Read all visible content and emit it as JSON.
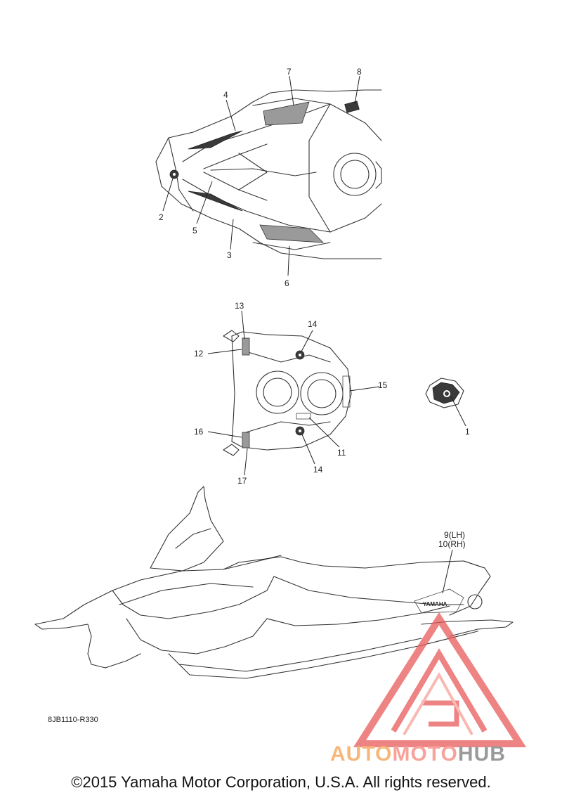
{
  "diagram": {
    "callouts": {
      "c1": "1",
      "c2": "2",
      "c3": "3",
      "c4": "4",
      "c5": "5",
      "c6": "6",
      "c7": "7",
      "c8": "8",
      "c9": "9(LH)",
      "c10": "10(RH)",
      "c11": "11",
      "c12": "12",
      "c13": "13",
      "c14a": "14",
      "c14b": "14",
      "c15": "15",
      "c16": "16",
      "c17": "17"
    },
    "decal_text": {
      "yamaha": "YAMAHA"
    },
    "diagram_code": "8JB1110-R330"
  },
  "watermark": {
    "auto": "AUTO",
    "moto": "MOTO",
    "hub": "HUB"
  },
  "footer": {
    "copyright": "©2015 Yamaha Motor Corporation, U.S.A. All rights reserved."
  },
  "colors": {
    "logo_red": "#e85a5a",
    "logo_orange": "#f6b87a",
    "logo_grey": "#9a9a9a"
  }
}
